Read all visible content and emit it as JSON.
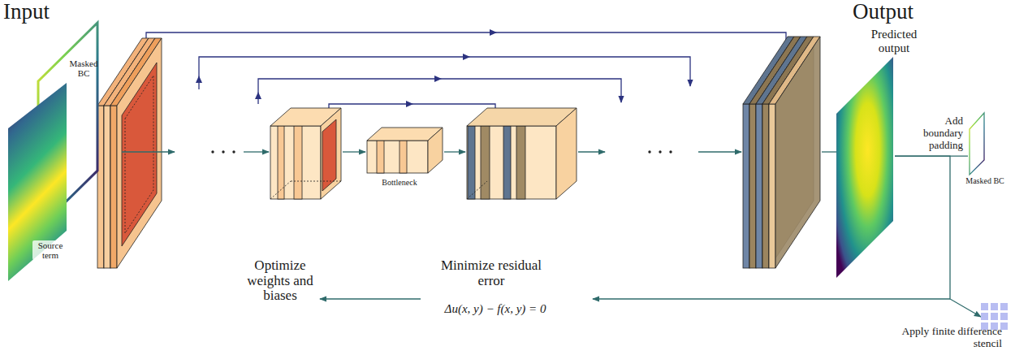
{
  "diagram": {
    "nodes": [
      {
        "text": [
          "Masked BC"
        ]
      },
      {
        "text": [
          "Source term"
        ]
      },
      {
        "text": [
          "Bottleneck"
        ]
      },
      {
        "text": [
          "Predicted output"
        ]
      },
      {
        "text": [
          "Masked BC"
        ]
      },
      {
        "text": [
          "Apply finite difference stencil"
        ]
      }
    ],
    "edges": [
      {
        "from": 3,
        "to": 4,
        "label": "Add boundary padding",
        "arrow": "none"
      },
      {
        "from": 3,
        "to": 5,
        "arrow": "to"
      }
    ],
    "labels": [
      "Input",
      "Output",
      "Minimize residual error",
      "Δu(x, y) − f(x, y) = 0",
      "Optimize weights and biases"
    ]
  }
}
